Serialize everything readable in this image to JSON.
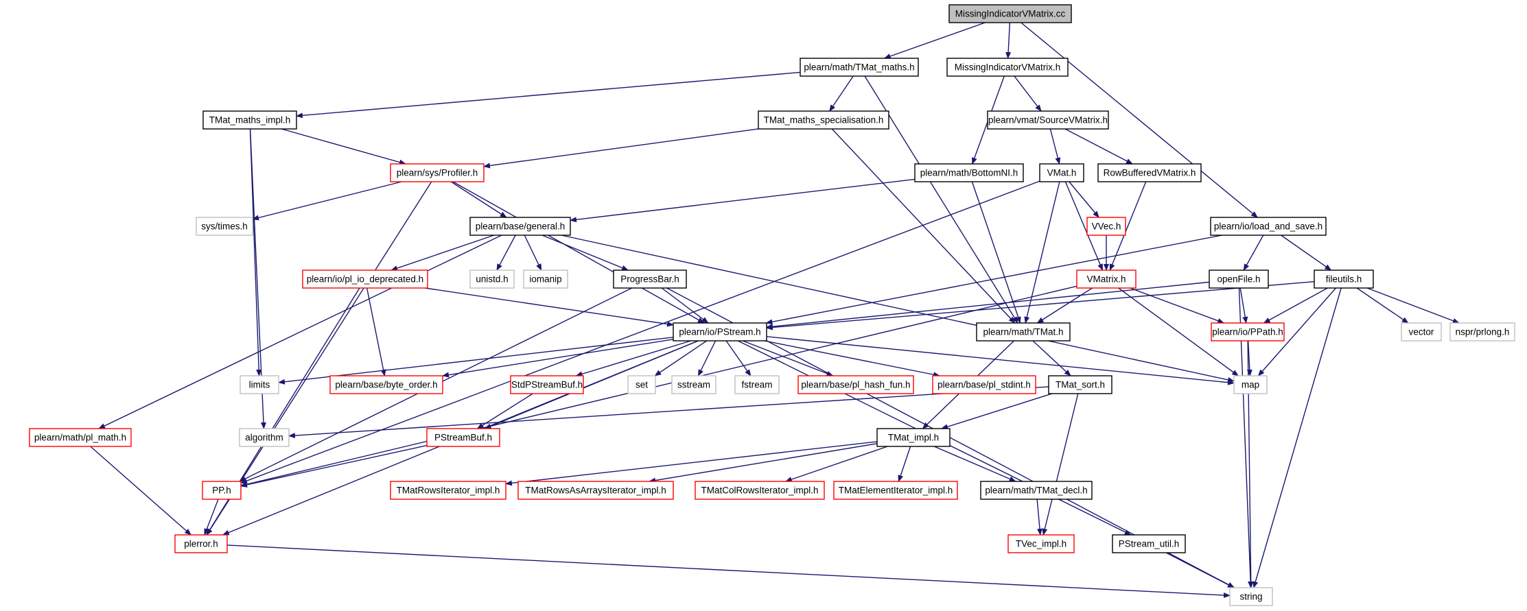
{
  "colors": {
    "edge": "#191970",
    "root_fill": "#bfbfbf",
    "root_border": "#000000",
    "local_border": "#000000",
    "documented_border": "#ff0000",
    "external_border": "#bfbfbf"
  },
  "nodes": [
    {
      "id": "root",
      "label": "MissingIndicatorVMatrix.cc",
      "kind": "root"
    },
    {
      "id": "tmat_maths",
      "label": "plearn/math/TMat_maths.h",
      "kind": "local"
    },
    {
      "id": "miv_h",
      "label": "MissingIndicatorVMatrix.h",
      "kind": "local"
    },
    {
      "id": "tmat_maths_impl",
      "label": "TMat_maths_impl.h",
      "kind": "local"
    },
    {
      "id": "tmat_maths_spec",
      "label": "TMat_maths_specialisation.h",
      "kind": "local"
    },
    {
      "id": "sourcevmatrix",
      "label": "plearn/vmat/SourceVMatrix.h",
      "kind": "local"
    },
    {
      "id": "profiler",
      "label": "plearn/sys/Profiler.h",
      "kind": "documented"
    },
    {
      "id": "bottomni",
      "label": "plearn/math/BottomNI.h",
      "kind": "local"
    },
    {
      "id": "vmat_h",
      "label": "VMat.h",
      "kind": "local"
    },
    {
      "id": "rowbuffered",
      "label": "RowBufferedVMatrix.h",
      "kind": "local"
    },
    {
      "id": "load_and_save",
      "label": "plearn/io/load_and_save.h",
      "kind": "local"
    },
    {
      "id": "sys_times",
      "label": "sys/times.h",
      "kind": "external"
    },
    {
      "id": "general",
      "label": "plearn/base/general.h",
      "kind": "local"
    },
    {
      "id": "vvec",
      "label": "VVec.h",
      "kind": "documented"
    },
    {
      "id": "pl_io_deprecated",
      "label": "plearn/io/pl_io_deprecated.h",
      "kind": "documented"
    },
    {
      "id": "unistd",
      "label": "unistd.h",
      "kind": "external"
    },
    {
      "id": "iomanip",
      "label": "iomanip",
      "kind": "external"
    },
    {
      "id": "progressbar",
      "label": "ProgressBar.h",
      "kind": "local"
    },
    {
      "id": "vmatrix",
      "label": "VMatrix.h",
      "kind": "documented"
    },
    {
      "id": "openfile",
      "label": "openFile.h",
      "kind": "local"
    },
    {
      "id": "fileutils",
      "label": "fileutils.h",
      "kind": "local"
    },
    {
      "id": "pstream",
      "label": "plearn/io/PStream.h",
      "kind": "local"
    },
    {
      "id": "tmat",
      "label": "plearn/math/TMat.h",
      "kind": "local"
    },
    {
      "id": "ppath",
      "label": "plearn/io/PPath.h",
      "kind": "documented"
    },
    {
      "id": "vector",
      "label": "vector",
      "kind": "external"
    },
    {
      "id": "prlong",
      "label": "nspr/prlong.h",
      "kind": "external"
    },
    {
      "id": "limits",
      "label": "limits",
      "kind": "external"
    },
    {
      "id": "byte_order",
      "label": "plearn/base/byte_order.h",
      "kind": "documented"
    },
    {
      "id": "stdpstreambuf",
      "label": "StdPStreamBuf.h",
      "kind": "documented"
    },
    {
      "id": "set",
      "label": "set",
      "kind": "external"
    },
    {
      "id": "sstream",
      "label": "sstream",
      "kind": "external"
    },
    {
      "id": "fstream",
      "label": "fstream",
      "kind": "external"
    },
    {
      "id": "pl_hash_fun",
      "label": "plearn/base/pl_hash_fun.h",
      "kind": "documented"
    },
    {
      "id": "pl_stdint",
      "label": "plearn/base/pl_stdint.h",
      "kind": "documented"
    },
    {
      "id": "tmat_sort",
      "label": "TMat_sort.h",
      "kind": "local"
    },
    {
      "id": "map",
      "label": "map",
      "kind": "external"
    },
    {
      "id": "pl_math",
      "label": "plearn/math/pl_math.h",
      "kind": "documented"
    },
    {
      "id": "algorithm",
      "label": "algorithm",
      "kind": "external"
    },
    {
      "id": "pstreambuf",
      "label": "PStreamBuf.h",
      "kind": "documented"
    },
    {
      "id": "tmat_impl",
      "label": "TMat_impl.h",
      "kind": "local"
    },
    {
      "id": "pp_h",
      "label": "PP.h",
      "kind": "documented"
    },
    {
      "id": "rows_iter",
      "label": "TMatRowsIterator_impl.h",
      "kind": "documented"
    },
    {
      "id": "rows_arrays_iter",
      "label": "TMatRowsAsArraysIterator_impl.h",
      "kind": "documented"
    },
    {
      "id": "colrows_iter",
      "label": "TMatColRowsIterator_impl.h",
      "kind": "documented"
    },
    {
      "id": "elem_iter",
      "label": "TMatElementIterator_impl.h",
      "kind": "documented"
    },
    {
      "id": "tmat_decl",
      "label": "plearn/math/TMat_decl.h",
      "kind": "local"
    },
    {
      "id": "plerror",
      "label": "plerror.h",
      "kind": "documented"
    },
    {
      "id": "tvec_impl",
      "label": "TVec_impl.h",
      "kind": "documented"
    },
    {
      "id": "pstream_util",
      "label": "PStream_util.h",
      "kind": "local"
    },
    {
      "id": "string",
      "label": "string",
      "kind": "external"
    }
  ],
  "edges": [
    [
      "root",
      "tmat_maths"
    ],
    [
      "root",
      "miv_h"
    ],
    [
      "root",
      "load_and_save"
    ],
    [
      "tmat_maths",
      "tmat_maths_impl"
    ],
    [
      "tmat_maths",
      "tmat_maths_spec"
    ],
    [
      "tmat_maths",
      "tmat"
    ],
    [
      "tmat_maths_impl",
      "profiler"
    ],
    [
      "tmat_maths_impl",
      "limits"
    ],
    [
      "tmat_maths_impl",
      "algorithm"
    ],
    [
      "tmat_maths_spec",
      "profiler"
    ],
    [
      "tmat_maths_spec",
      "tmat"
    ],
    [
      "miv_h",
      "sourcevmatrix"
    ],
    [
      "miv_h",
      "bottomni"
    ],
    [
      "sourcevmatrix",
      "vmat_h"
    ],
    [
      "sourcevmatrix",
      "rowbuffered"
    ],
    [
      "profiler",
      "sys_times"
    ],
    [
      "profiler",
      "general"
    ],
    [
      "profiler",
      "pstream"
    ],
    [
      "profiler",
      "plerror"
    ],
    [
      "bottomni",
      "general"
    ],
    [
      "bottomni",
      "tmat"
    ],
    [
      "vmat_h",
      "vvec"
    ],
    [
      "vmat_h",
      "vmatrix"
    ],
    [
      "vmat_h",
      "tmat"
    ],
    [
      "vmat_h",
      "pp_h"
    ],
    [
      "rowbuffered",
      "vmatrix"
    ],
    [
      "vvec",
      "vmatrix"
    ],
    [
      "load_and_save",
      "openfile"
    ],
    [
      "load_and_save",
      "fileutils"
    ],
    [
      "load_and_save",
      "pstream"
    ],
    [
      "general",
      "pl_io_deprecated"
    ],
    [
      "general",
      "unistd"
    ],
    [
      "general",
      "iomanip"
    ],
    [
      "general",
      "progressbar"
    ],
    [
      "general",
      "map"
    ],
    [
      "general",
      "pl_math"
    ],
    [
      "pl_io_deprecated",
      "pstream"
    ],
    [
      "pl_io_deprecated",
      "byte_order"
    ],
    [
      "pl_io_deprecated",
      "plerror"
    ],
    [
      "progressbar",
      "pstream"
    ],
    [
      "progressbar",
      "pp_h"
    ],
    [
      "progressbar",
      "string"
    ],
    [
      "vmatrix",
      "tmat"
    ],
    [
      "vmatrix",
      "ppath"
    ],
    [
      "vmatrix",
      "map"
    ],
    [
      "vmatrix",
      "pp_h"
    ],
    [
      "openfile",
      "ppath"
    ],
    [
      "openfile",
      "pstream"
    ],
    [
      "openfile",
      "string"
    ],
    [
      "fileutils",
      "pstream"
    ],
    [
      "fileutils",
      "ppath"
    ],
    [
      "fileutils",
      "map"
    ],
    [
      "fileutils",
      "vector"
    ],
    [
      "fileutils",
      "prlong"
    ],
    [
      "fileutils",
      "string"
    ],
    [
      "pstream",
      "limits"
    ],
    [
      "pstream",
      "byte_order"
    ],
    [
      "pstream",
      "stdpstreambuf"
    ],
    [
      "pstream",
      "set"
    ],
    [
      "pstream",
      "sstream"
    ],
    [
      "pstream",
      "fstream"
    ],
    [
      "pstream",
      "pl_hash_fun"
    ],
    [
      "pstream",
      "pl_stdint"
    ],
    [
      "pstream",
      "map"
    ],
    [
      "pstream",
      "pstreambuf"
    ],
    [
      "pstream",
      "plerror"
    ],
    [
      "pstream",
      "pstream_util"
    ],
    [
      "tmat",
      "tmat_sort"
    ],
    [
      "tmat",
      "tmat_impl"
    ],
    [
      "tmat_sort",
      "algorithm"
    ],
    [
      "tmat_sort",
      "tmat_impl"
    ],
    [
      "tmat_sort",
      "tvec_impl"
    ],
    [
      "tmat_impl",
      "rows_iter"
    ],
    [
      "tmat_impl",
      "rows_arrays_iter"
    ],
    [
      "tmat_impl",
      "colrows_iter"
    ],
    [
      "tmat_impl",
      "elem_iter"
    ],
    [
      "tmat_impl",
      "tmat_decl"
    ],
    [
      "tmat_decl",
      "tvec_impl"
    ],
    [
      "ppath",
      "map"
    ],
    [
      "ppath",
      "string"
    ],
    [
      "stdpstreambuf",
      "pstreambuf"
    ],
    [
      "pstreambuf",
      "pp_h"
    ],
    [
      "pl_math",
      "plerror"
    ],
    [
      "pp_h",
      "plerror"
    ],
    [
      "plerror",
      "string"
    ],
    [
      "pstream_util",
      "string"
    ]
  ]
}
